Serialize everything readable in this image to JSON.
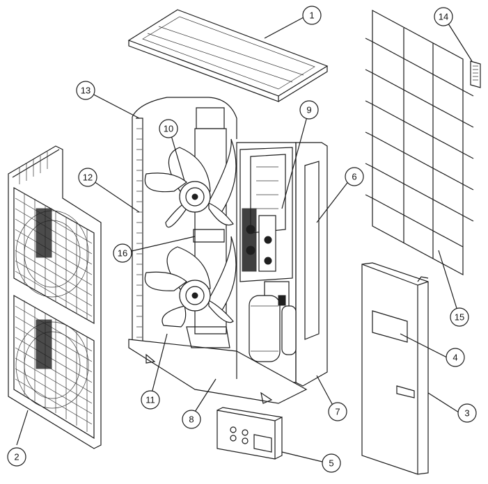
{
  "callouts": [
    {
      "label": "1"
    },
    {
      "label": "2"
    },
    {
      "label": "3"
    },
    {
      "label": "4"
    },
    {
      "label": "5"
    },
    {
      "label": "6"
    },
    {
      "label": "7"
    },
    {
      "label": "8"
    },
    {
      "label": "9"
    },
    {
      "label": "10"
    },
    {
      "label": "11"
    },
    {
      "label": "12"
    },
    {
      "label": "13"
    },
    {
      "label": "14"
    },
    {
      "label": "15"
    },
    {
      "label": "16"
    }
  ]
}
